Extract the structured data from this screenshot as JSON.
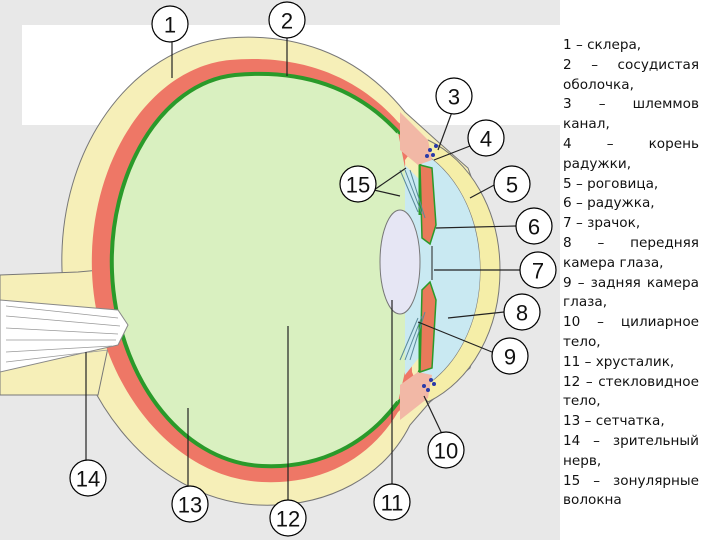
{
  "labels": [
    {
      "number": "1",
      "text": "1 – склера,"
    },
    {
      "number": "2",
      "text": "2 – сосудистая оболочка,"
    },
    {
      "number": "3",
      "text": "3 – шлеммов канал,"
    },
    {
      "number": "4",
      "text": "4 – корень радужки,"
    },
    {
      "number": "5",
      "text": "5 – роговица,"
    },
    {
      "number": "6",
      "text": "6 – радужка,"
    },
    {
      "number": "7",
      "text": "7 – зрачок,"
    },
    {
      "number": "8",
      "text": "8 – передняя камера глаза,"
    },
    {
      "number": "9",
      "text": "9 – задняя камера глаза,"
    },
    {
      "number": "10",
      "text": "10 – цилиарное тело,"
    },
    {
      "number": "11",
      "text": "11 – хрусталик,"
    },
    {
      "number": "12",
      "text": "12 – стекловидное тело,"
    },
    {
      "number": "13",
      "text": "13 – сетчатка,"
    },
    {
      "number": "14",
      "text": "14 – зрительный нерв,"
    },
    {
      "number": "15",
      "text": "15 – зонулярные волокна"
    }
  ],
  "colors": {
    "sclera": "#f6efb8",
    "choroid": "#ee7766",
    "retina": "#2a9a2a",
    "vitreous": "#d9f0c0",
    "cornea": "#f5eea8",
    "anterior_chamber": "#c9e9f2",
    "lens": "#e6e6f4",
    "iris": "#e87a5a",
    "optic_nerve": "#ffffff",
    "panel": "#e8e8e8"
  }
}
